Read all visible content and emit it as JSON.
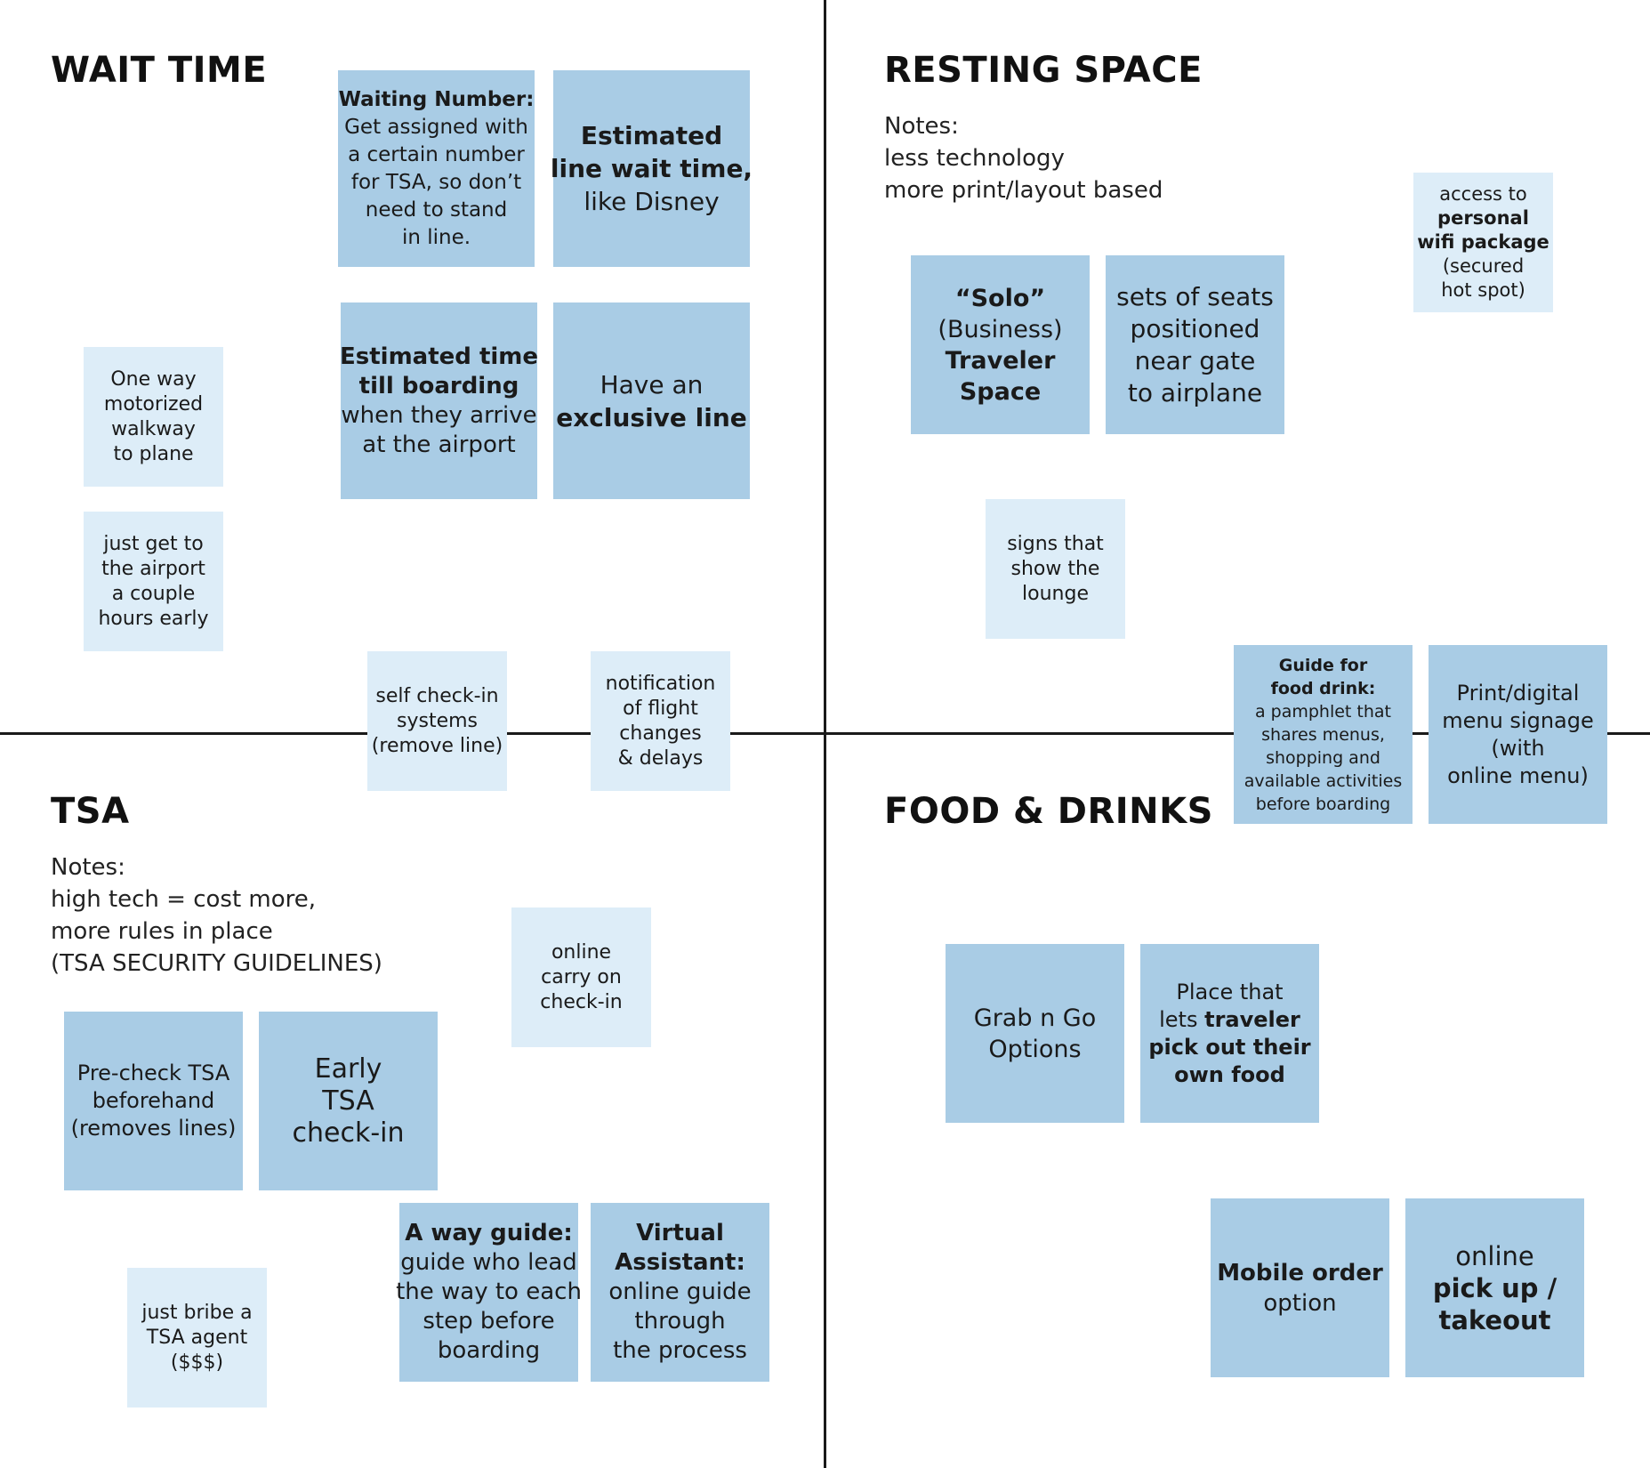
{
  "quadrants": {
    "wait_time": {
      "title": "WAIT TIME",
      "notes_dark": {
        "waiting_number": [
          "Waiting Number:",
          "Get assigned with",
          "a certain number",
          "for TSA, so don’t",
          "need to stand",
          "in line."
        ],
        "estimated_line_wait": [
          "Estimated",
          "line wait time,",
          "like Disney"
        ],
        "estimated_time_boarding": [
          "Estimated time",
          "till boarding",
          "when they arrive",
          "at the airport"
        ],
        "exclusive_line": [
          "Have an",
          "exclusive line"
        ]
      },
      "notes_light": {
        "motorized_walkway": [
          "One way",
          "motorized",
          "walkway",
          "to plane"
        ],
        "get_early": [
          "just get to",
          "the airport",
          "a couple",
          "hours early"
        ],
        "self_checkin": [
          "self check-in",
          "systems",
          "(remove line)"
        ],
        "flight_notification": [
          "notification",
          "of flight",
          "changes",
          "& delays"
        ]
      }
    },
    "resting_space": {
      "title": "RESTING SPACE",
      "notes_text": [
        "Notes:",
        "less technology",
        "more print/layout based"
      ],
      "notes_dark": {
        "solo_traveler": [
          "“Solo”",
          "(Business)",
          "Traveler",
          "Space"
        ],
        "seats_near_gate": [
          "sets of seats",
          "positioned",
          "near gate",
          "to airplane"
        ]
      },
      "notes_light": {
        "wifi_package": [
          "access to",
          "personal",
          "wifi package",
          "(secured",
          "hot spot)"
        ],
        "lounge_signs": [
          "signs that",
          "show the",
          "lounge"
        ]
      }
    },
    "tsa": {
      "title": "TSA",
      "notes_text": [
        "Notes:",
        "high tech = cost more,",
        "more rules in place",
        "(TSA SECURITY GUIDELINES)"
      ],
      "notes_dark": {
        "precheck": [
          "Pre-check TSA",
          "beforehand",
          "(removes lines)"
        ],
        "early_checkin": [
          "Early",
          "TSA",
          "check-in"
        ],
        "way_guide": [
          "A way guide:",
          "guide who lead",
          "the way to each",
          "step before",
          "boarding"
        ],
        "virtual_assistant": [
          "Virtual",
          "Assistant:",
          "online guide",
          "through",
          "the process"
        ]
      },
      "notes_light": {
        "carry_on_checkin": [
          "online",
          "carry on",
          "check-in"
        ],
        "bribe": [
          "just bribe a",
          "TSA agent",
          "($$$)"
        ]
      }
    },
    "food_drinks": {
      "title": "FOOD & DRINKS",
      "notes_dark": {
        "guide_food": [
          "Guide for",
          "food drink:",
          "a pamphlet that",
          "shares menus,",
          "shopping and",
          "available activities",
          "before boarding"
        ],
        "menu_signage": [
          "Print/digital",
          "menu signage",
          "(with",
          "online menu)"
        ],
        "grab_n_go": [
          "Grab n Go",
          "Options"
        ],
        "pick_own_food": [
          "Place that",
          "lets ",
          "traveler",
          "pick out their",
          "own food"
        ],
        "mobile_order": [
          "Mobile order",
          "option"
        ],
        "pickup_takeout": [
          "online",
          "pick up /",
          "takeout"
        ]
      }
    }
  },
  "colors": {
    "dark_note": "#a9cce5",
    "light_note": "#ddedf8",
    "divider": "#1a1a1a"
  }
}
